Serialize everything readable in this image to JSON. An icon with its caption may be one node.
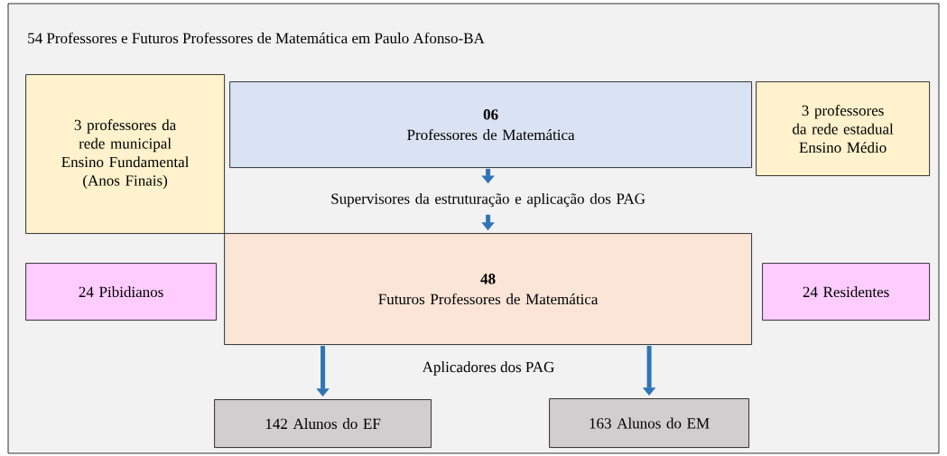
{
  "diagram": {
    "nodes": [
      {
        "text": [
          "54 Professores e Futuros Professores de Matemática em Paulo Afonso-BA"
        ]
      },
      {
        "text": [
          "3 professores da rede municipal Ensino Fundamental (Anos Finais)"
        ],
        "in": 0
      },
      {
        "text": [
          "06",
          "Professores de Matemática"
        ],
        "in": 0
      },
      {
        "text": [
          "3 professores da rede estadual Ensino Médio"
        ],
        "in": 0
      },
      {
        "text": [
          "Supervisores da estruturação e aplicação dos PAG"
        ],
        "in": 0
      },
      {
        "text": [
          "24 Pibidianos"
        ],
        "in": 0
      },
      {
        "text": [
          "48",
          "Futuros Professores de Matemática"
        ],
        "in": 0
      },
      {
        "text": [
          "24 Residentes"
        ],
        "in": 0
      },
      {
        "text": [
          "142 Alunos do EF"
        ],
        "in": 0
      },
      {
        "text": [
          "163 Alunos do EM"
        ],
        "in": 0
      }
    ],
    "edges": [
      {
        "from": 2,
        "to": 4,
        "arrow": "to"
      },
      {
        "from": 4,
        "to": 6,
        "arrow": "to"
      },
      {
        "from": 6,
        "to": 8,
        "arrow": "to"
      },
      {
        "from": 6,
        "to": 9,
        "arrow": "to"
      }
    ],
    "labels": [
      "Aplicadores dos PAG"
    ]
  }
}
